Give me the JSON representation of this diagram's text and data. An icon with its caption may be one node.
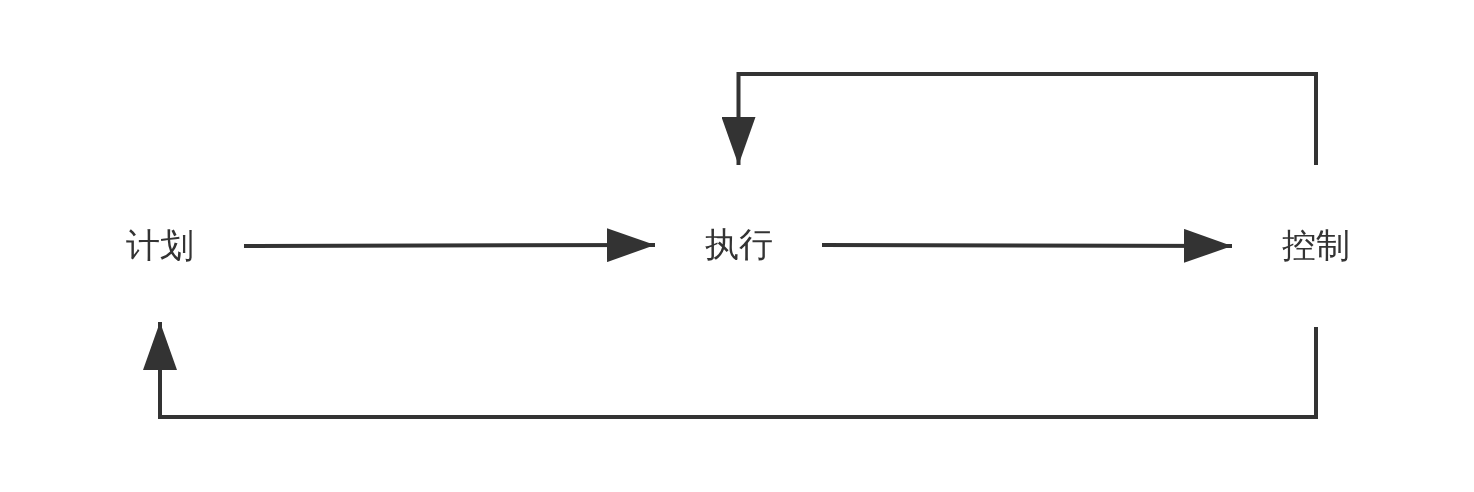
{
  "diagram": {
    "nodes": [
      {
        "text": [
          "计划"
        ]
      },
      {
        "text": [
          "执行"
        ]
      },
      {
        "text": [
          "控制"
        ]
      }
    ],
    "edges": [
      {
        "from": 0,
        "to": 1,
        "arrow": "to"
      },
      {
        "from": 1,
        "to": 2,
        "arrow": "to"
      },
      {
        "from": 2,
        "to": 1,
        "arrow": "to"
      },
      {
        "from": 2,
        "to": 0,
        "arrow": "to"
      }
    ]
  }
}
